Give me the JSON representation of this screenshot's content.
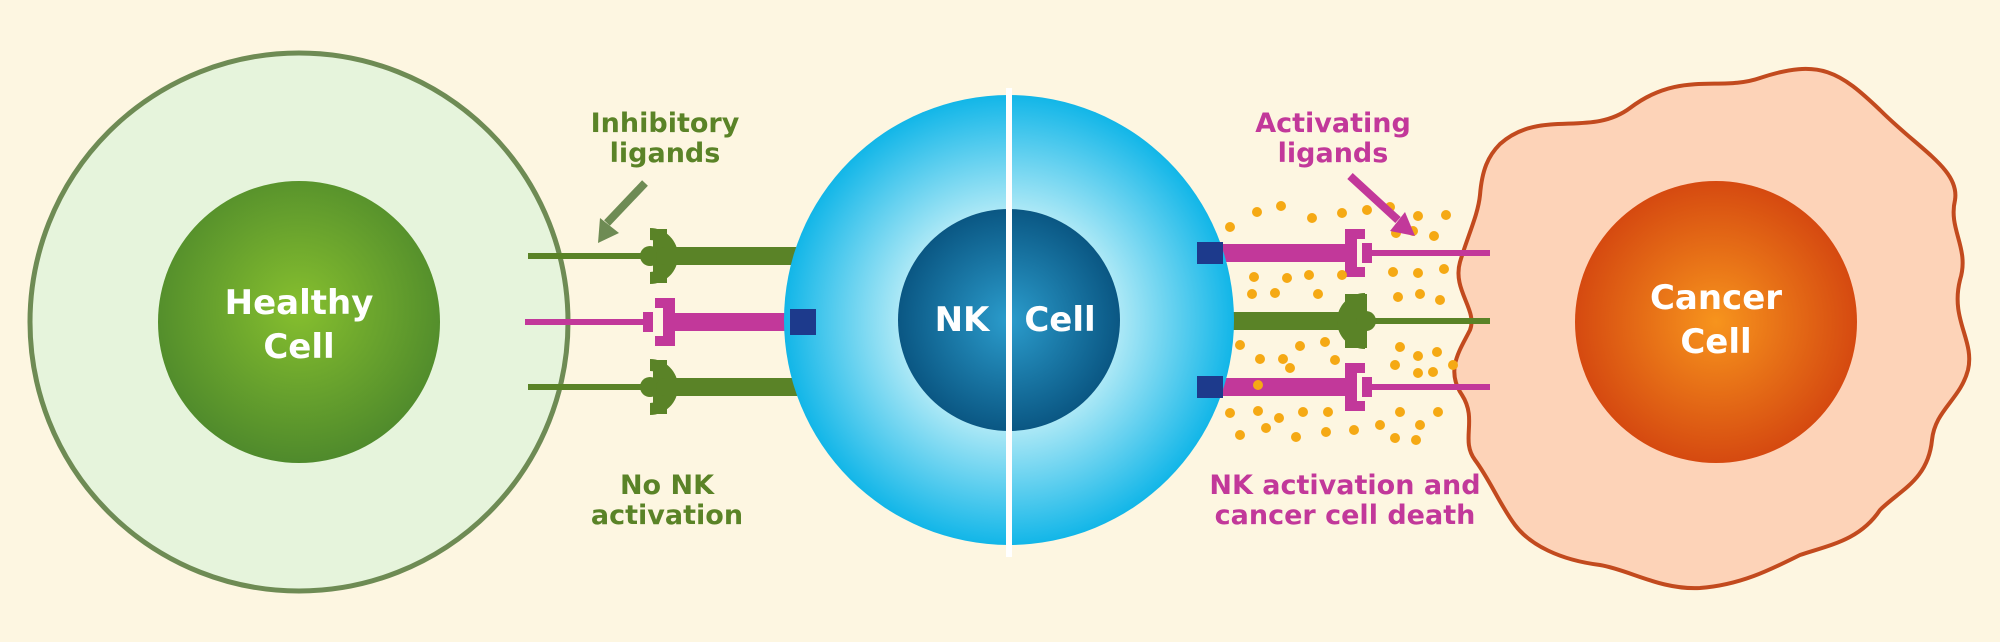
{
  "cells": {
    "healthy_line1": "Healthy",
    "healthy_line2": "Cell",
    "nk_left": "NK",
    "nk_right": "Cell",
    "cancer_line1": "Cancer",
    "cancer_line2": "Cell"
  },
  "labels": {
    "inhibitory_line1": "Inhibitory",
    "inhibitory_line2": "ligands",
    "activating_line1": "Activating",
    "activating_line2": "ligands",
    "no_activation_line1": "No NK",
    "no_activation_line2": "activation",
    "death_line1": "NK activation and",
    "death_line2": "cancer cell death"
  },
  "colors": {
    "background": "#fdf6e1",
    "healthy_green": "#5a8a2e",
    "inhibitory_green": "#5a8327",
    "activating_magenta": "#c2389a",
    "nk_cyan": "#12b6e8",
    "nk_core": "#0a5a86",
    "cancer_orange": "#e2541a",
    "cancer_outline": "#c24a1e",
    "granule_yellow": "#f5a914"
  }
}
